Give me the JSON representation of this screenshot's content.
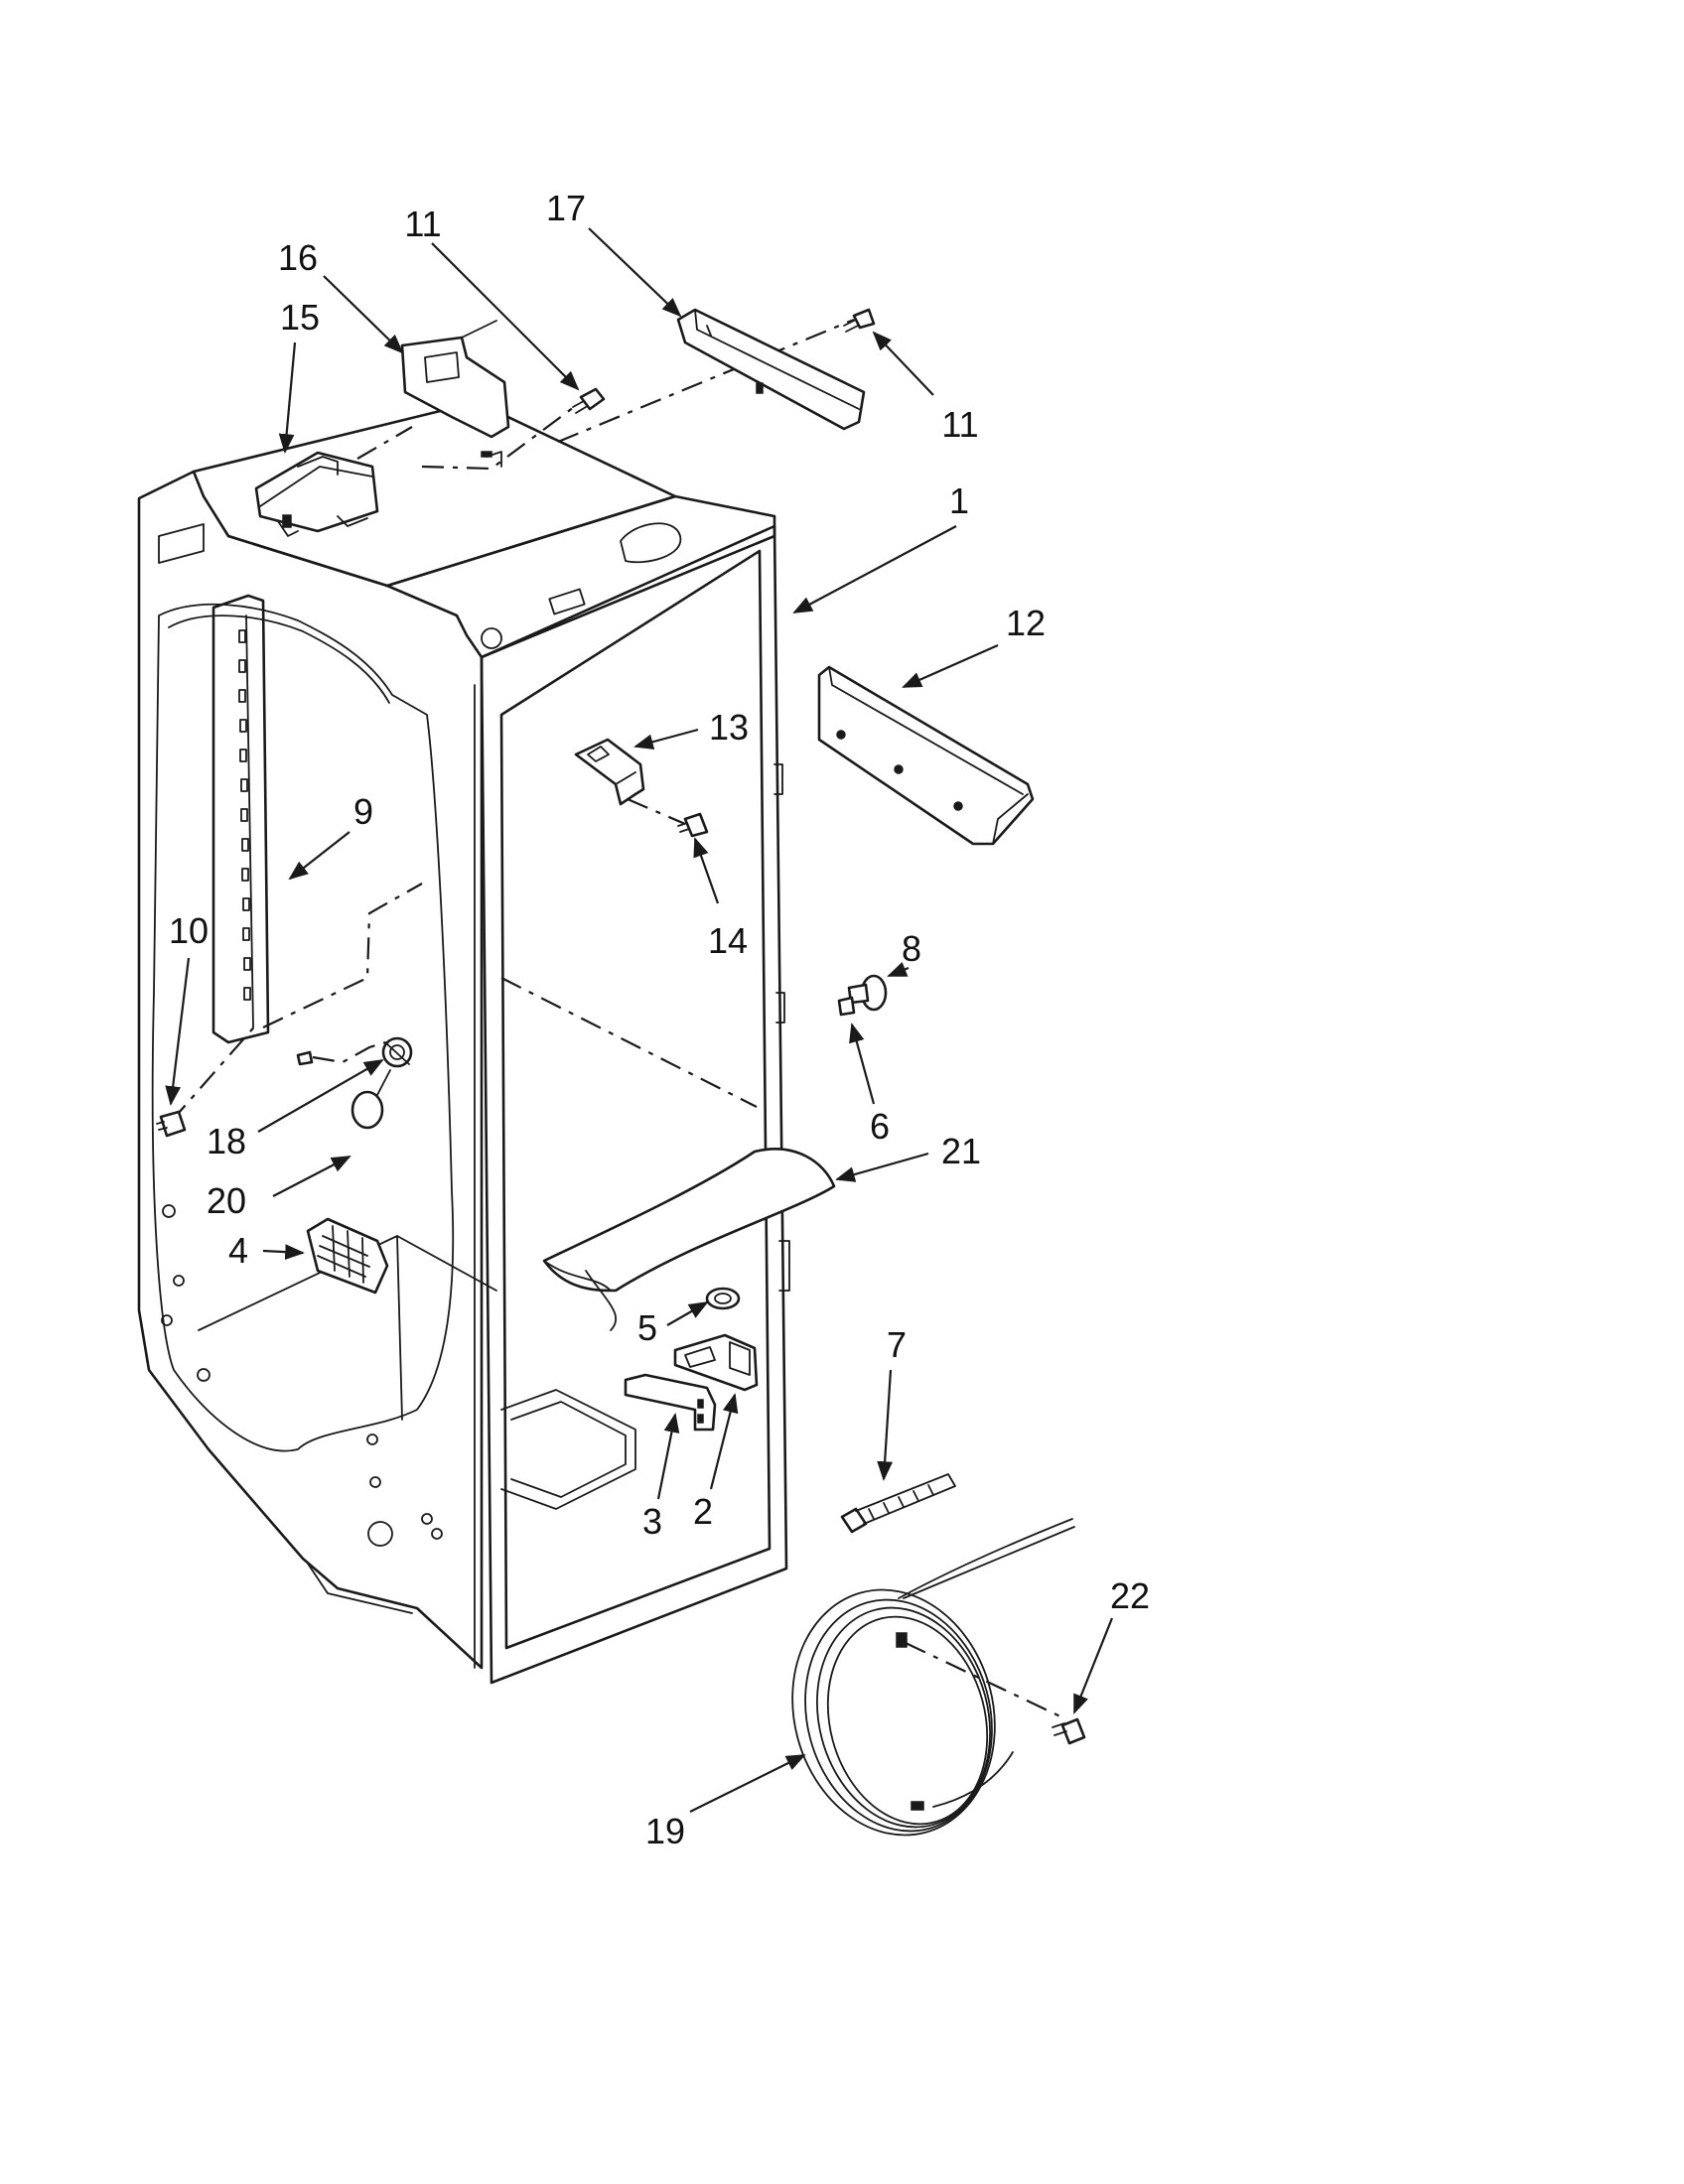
{
  "callouts": [
    {
      "id": "1",
      "label": "1"
    },
    {
      "id": "2",
      "label": "2"
    },
    {
      "id": "3",
      "label": "3"
    },
    {
      "id": "4",
      "label": "4"
    },
    {
      "id": "5",
      "label": "5"
    },
    {
      "id": "6",
      "label": "6"
    },
    {
      "id": "7",
      "label": "7"
    },
    {
      "id": "8",
      "label": "8"
    },
    {
      "id": "9",
      "label": "9"
    },
    {
      "id": "10",
      "label": "10"
    },
    {
      "id": "11a",
      "label": "11"
    },
    {
      "id": "11b",
      "label": "11"
    },
    {
      "id": "12",
      "label": "12"
    },
    {
      "id": "13",
      "label": "13"
    },
    {
      "id": "14",
      "label": "14"
    },
    {
      "id": "15",
      "label": "15"
    },
    {
      "id": "16",
      "label": "16"
    },
    {
      "id": "17",
      "label": "17"
    },
    {
      "id": "18",
      "label": "18"
    },
    {
      "id": "19",
      "label": "19"
    },
    {
      "id": "20",
      "label": "20"
    },
    {
      "id": "21",
      "label": "21"
    },
    {
      "id": "22",
      "label": "22"
    }
  ]
}
